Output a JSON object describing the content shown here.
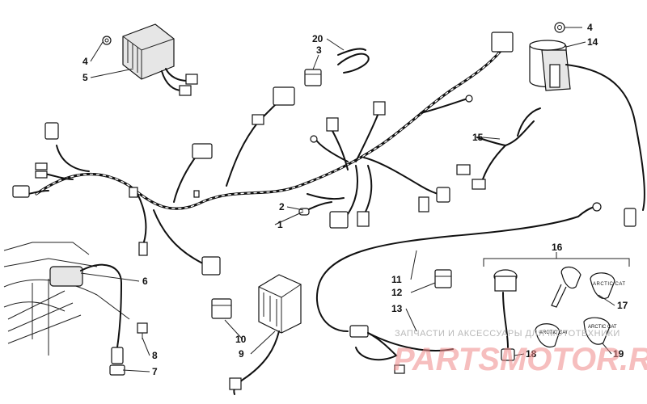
{
  "callouts": [
    {
      "id": "c1",
      "label": "1"
    },
    {
      "id": "c2",
      "label": "2"
    },
    {
      "id": "c3",
      "label": "3"
    },
    {
      "id": "c4a",
      "label": "4"
    },
    {
      "id": "c4b",
      "label": "4"
    },
    {
      "id": "c5",
      "label": "5"
    },
    {
      "id": "c6",
      "label": "6"
    },
    {
      "id": "c7",
      "label": "7"
    },
    {
      "id": "c8",
      "label": "8"
    },
    {
      "id": "c9",
      "label": "9"
    },
    {
      "id": "c10",
      "label": "10"
    },
    {
      "id": "c11",
      "label": "11"
    },
    {
      "id": "c12",
      "label": "12"
    },
    {
      "id": "c13",
      "label": "13"
    },
    {
      "id": "c14",
      "label": "14"
    },
    {
      "id": "c15",
      "label": "15"
    },
    {
      "id": "c16",
      "label": "16"
    },
    {
      "id": "c17",
      "label": "17"
    },
    {
      "id": "c18",
      "label": "18"
    },
    {
      "id": "c19",
      "label": "19"
    },
    {
      "id": "c20",
      "label": "20"
    }
  ],
  "watermark": {
    "line1": "ЗАПЧАСТИ И АКСЕССУАРЫ ДЛЯ МОТОТЕХНИКИ",
    "line2": "PARTSMOTOR.RU"
  },
  "key_brand": "ARCTIC CAT"
}
